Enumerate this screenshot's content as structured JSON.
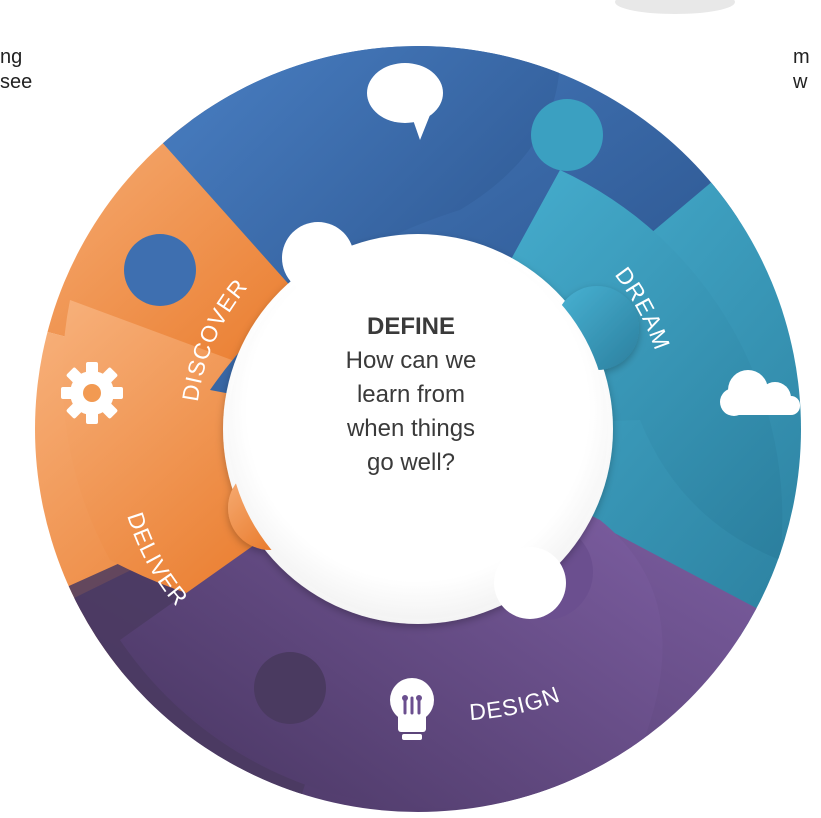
{
  "center": {
    "title": "DEFINE",
    "question_lines": [
      "How can we",
      "learn from",
      "when things",
      "go well?"
    ]
  },
  "segments": [
    {
      "label": "DISCOVER",
      "color": "#3e6fb0",
      "icon": "speech-bubble-icon"
    },
    {
      "label": "DREAM",
      "color": "#3ba0c1",
      "icon": "cloud-icon"
    },
    {
      "label": "DESIGN",
      "color": "#6b4f8f",
      "icon": "lightbulb-icon"
    },
    {
      "label": "DELIVER",
      "color": "#f08a3c",
      "icon": "gear-icon"
    }
  ],
  "left_fragment": [
    "ng",
    "see"
  ],
  "right_fragment": [
    "m",
    "w"
  ]
}
